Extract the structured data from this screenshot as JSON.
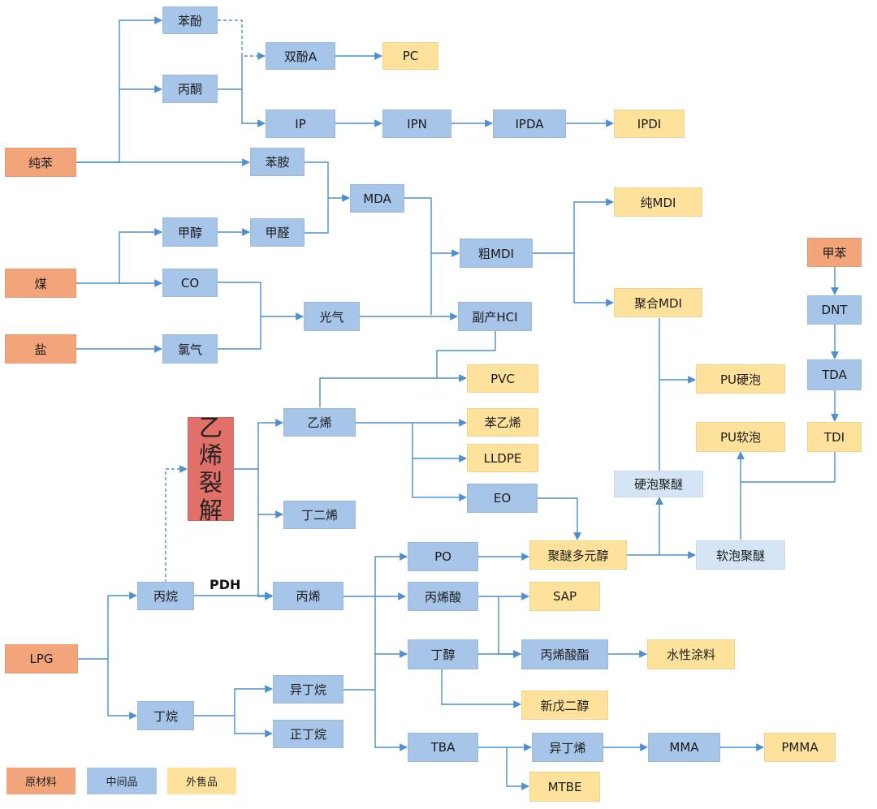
{
  "colors": {
    "raw_material": "#f2a57a",
    "intermediate": "#a7c5e8",
    "outsourced": "#fee29b",
    "cracking": "#e07068",
    "line": "#4d8fcf"
  },
  "nodes": {
    "benfen": "苯酚",
    "bingtong": "丙酮",
    "chunben": "纯苯",
    "shuangfen_a": "双酚A",
    "pc": "PC",
    "ip": "IP",
    "ipn": "IPN",
    "ipda": "IPDA",
    "ipdi": "IPDI",
    "benan": "苯胺",
    "mda": "MDA",
    "chun_mdi": "纯MDI",
    "jiachun": "甲醇",
    "jiaquan": "甲醛",
    "cu_mdi": "粗MDI",
    "mei": "煤",
    "co": "CO",
    "guangqi": "光气",
    "fuchan_hcl": "副产HCI",
    "juhe_mdi": "聚合MDI",
    "yan": "盐",
    "lvqi": "氯气",
    "jiaben": "甲苯",
    "dnt": "DNT",
    "tda": "TDA",
    "tdi": "TDI",
    "pvc": "PVC",
    "pu_yingpao": "PU硬泡",
    "yixi": "乙烯",
    "benyixi": "苯乙烯",
    "pu_ruanpao": "PU软泡",
    "lldpe": "LLDPE",
    "yixi_liejie": "乙烯裂解",
    "eo": "EO",
    "yingpao_jumi": "硬泡聚醚",
    "dingerxi": "丁二烯",
    "po": "PO",
    "jumi_duoyuanchun": "聚醚多元醇",
    "ruanpao_jumi": "软泡聚醚",
    "bingwan": "丙烷",
    "bingxi": "丙烯",
    "bingxisuan": "丙烯酸",
    "sap": "SAP",
    "lpg": "LPG",
    "dingchun": "丁醇",
    "bingxisuanzhi": "丙烯酸酯",
    "shuixing_tuliao": "水性涂料",
    "yidingwan": "异丁烷",
    "dingwan": "丁烷",
    "xinwu_erchun": "新戊二醇",
    "zhengdingwan": "正丁烷",
    "tba": "TBA",
    "yidingxi": "异丁烯",
    "mma": "MMA",
    "pmma": "PMMA",
    "mtbe": "MTBE"
  },
  "pdh_label": "PDH",
  "legend": {
    "raw": "原材料",
    "intermediate": "中间品",
    "outsourced": "外售品"
  }
}
